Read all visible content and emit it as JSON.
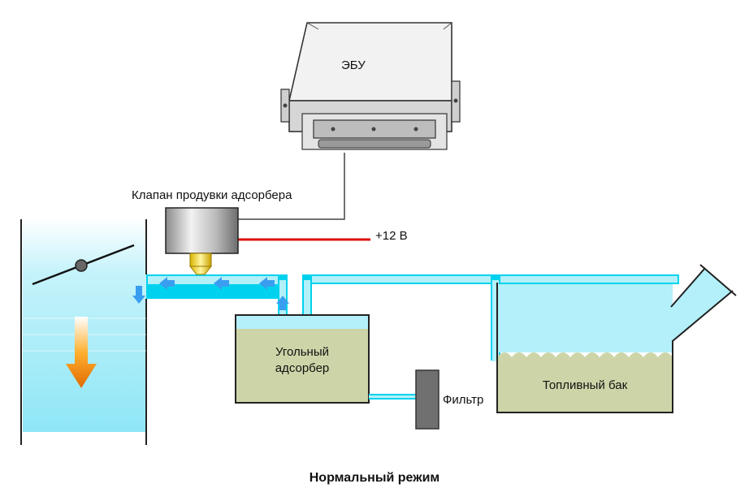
{
  "diagram": {
    "ecu": {
      "label": "ЭБУ"
    },
    "purge_valve": {
      "label": "Клапан продувки адсорбера"
    },
    "power": {
      "label": "+12 В"
    },
    "canister": {
      "label_line1": "Угольный",
      "label_line2": "адсорбер"
    },
    "filter": {
      "label": "Фильтр"
    },
    "fuel_tank": {
      "label": "Топливный бак"
    },
    "mode": {
      "label": "Нормальный режим"
    }
  },
  "colors": {
    "fluid": "#b3f0fa",
    "fluid_line": "#00d2ee",
    "adsorber": "#cdd5a8",
    "wire_signal": "#444444",
    "wire_power": "#e01010",
    "flow_arrow": "#3a9ef0",
    "intake_arrow": "#f08a00"
  }
}
